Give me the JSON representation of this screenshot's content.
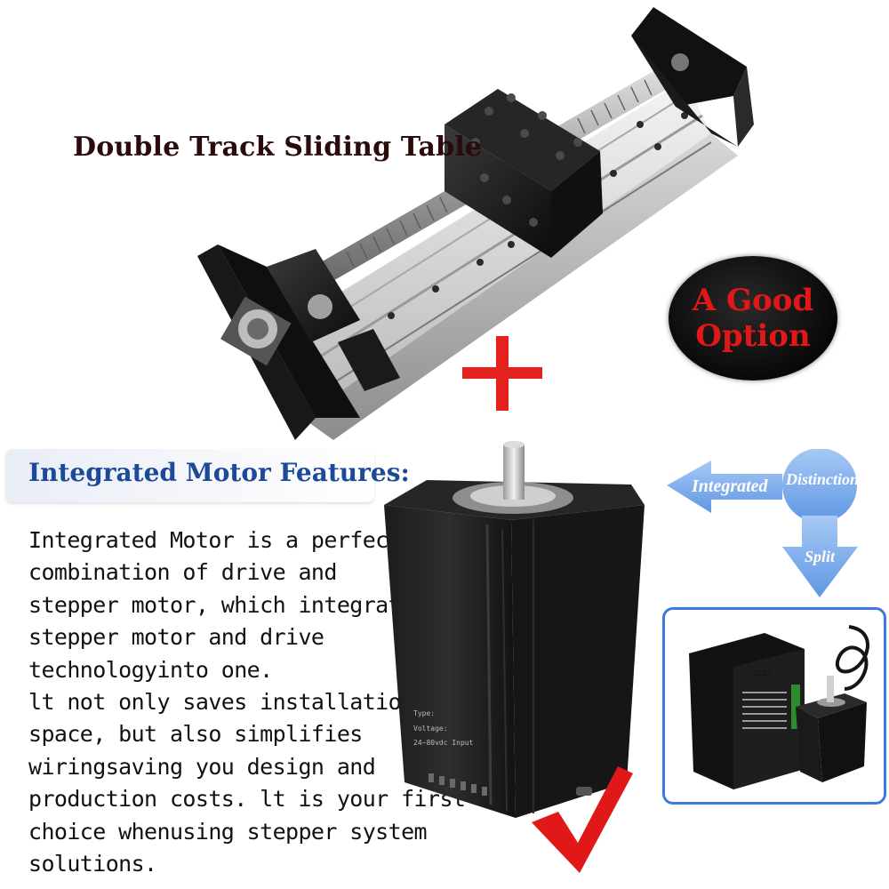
{
  "header": {
    "title": "Double Track Sliding Table"
  },
  "badge": {
    "line1": "A Good",
    "line2": "Option"
  },
  "features": {
    "heading": "Integrated Motor Features:",
    "lines": [
      "Integrated Motor is a perfect",
      "combination of drive and",
      "stepper motor, which integrates",
      "stepper motor and drive",
      "technologyinto one.",
      "lt not only saves installation",
      "space, but also simplifies",
      "wiringsaving you design and",
      "production costs. lt is your first",
      "choice whenusing stepper system",
      "solutions."
    ]
  },
  "diagram": {
    "integrated_label": "Integrated",
    "distinction_label": "Distinction",
    "split_label": "Split"
  },
  "motor": {
    "type_label": "Type:",
    "voltage_label": "Voltage:",
    "voltage_value": "24~80vdc Input"
  },
  "driver": {
    "model_label": "CL57"
  },
  "colors": {
    "accent_red": "#e4211d",
    "heading_blue": "#1b4a9a",
    "frame_blue": "#3a7be0",
    "arrow_blue": "#6fa6ea",
    "title_dark": "#2a0a0a"
  },
  "icons": {
    "plus": "plus-icon",
    "check": "checkmark-icon"
  }
}
